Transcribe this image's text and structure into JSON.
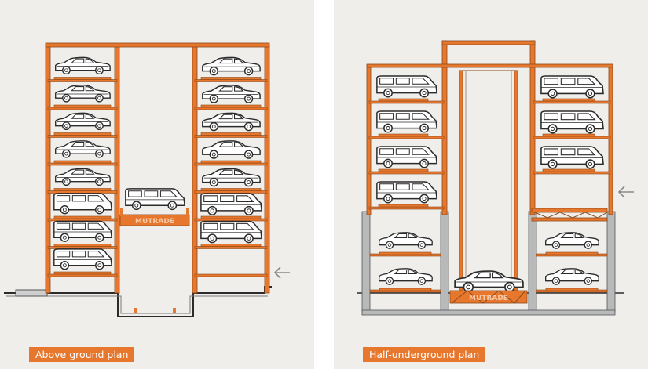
{
  "diagrams": [
    {
      "id": "above",
      "caption": "Above ground plan",
      "watermark": "MUTRADE",
      "colors": {
        "frame": "#e8772e",
        "steel": "#b7b9bb",
        "ink": "#2b2b2b",
        "background": "#efeeea"
      },
      "left_stack": [
        "sedan",
        "sedan",
        "sedan",
        "sedan",
        "sedan",
        "van",
        "van",
        "van"
      ],
      "right_stack": [
        "sedan",
        "sedan",
        "sedan",
        "sedan",
        "sedan",
        "van",
        "van"
      ],
      "shaft_vehicle": "van",
      "entry_arrow": "left-arrow-icon"
    },
    {
      "id": "half",
      "caption": "Half-underground plan",
      "watermark": "MUTRADE",
      "colors": {
        "frame": "#e8772e",
        "steel": "#b7b9bb",
        "ink": "#2b2b2b",
        "background": "#efeeea"
      },
      "left_stack_upper": [
        "van",
        "van",
        "van",
        "van"
      ],
      "left_stack_lower": [
        "sedan",
        "sedan"
      ],
      "right_stack_upper": [
        "van",
        "van",
        "van"
      ],
      "right_stack_lower": [
        "sedan",
        "sedan"
      ],
      "shaft_vehicle": "sedan",
      "entry_arrow": "left-arrow-icon"
    }
  ]
}
